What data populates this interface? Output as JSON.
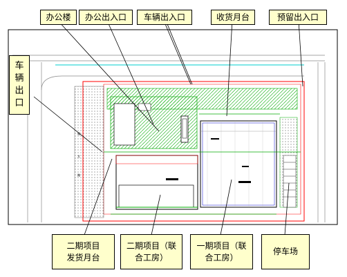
{
  "callouts": {
    "office_building": "办公楼",
    "office_entrance": "办公出入口",
    "vehicle_entrance": "车辆出入口",
    "receiving_dock": "收货月台",
    "reserved_entrance": "预留出入口",
    "vehicle_exit": "车\n辆\n出\n口",
    "phase2_shipping_dock": "二期项目\n发货月台",
    "phase2_joint_plant": "二期项目（联\n合工房）",
    "phase1_joint_plant": "一期项目（联\n合工房）",
    "parking": "停车场"
  },
  "colors": {
    "callout_fill": "#ffffcc",
    "site_green": "#00aa00",
    "boundary_red": "#ff0000",
    "road_cyan": "#00cccc",
    "building_blue": "#0000cc"
  }
}
